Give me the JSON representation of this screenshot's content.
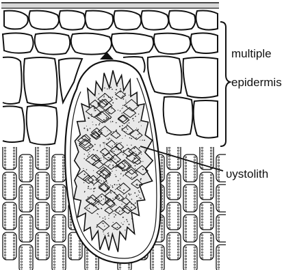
{
  "labels": {
    "multiple": "multiple",
    "epidermis": "epidermis",
    "cystolith": "υystolith"
  },
  "colors": {
    "ink": "#111111",
    "paper": "#ffffff",
    "stipple": "#2a2a2a"
  }
}
